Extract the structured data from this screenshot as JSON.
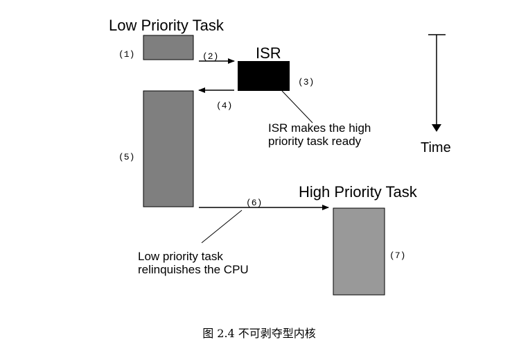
{
  "title_low": "Low Priority Task",
  "title_isr": "ISR",
  "title_high": "High Priority Task",
  "time_label": "Time",
  "steps": {
    "s1": "(1)",
    "s2": "(2)",
    "s3": "(3)",
    "s4": "(4)",
    "s5": "(5)",
    "s6": "(6)",
    "s7": "(7)"
  },
  "notes": {
    "isr_line1": "ISR makes the high",
    "isr_line2": "priority task ready",
    "low_line1": "Low priority task",
    "low_line2": "relinquishes the CPU"
  },
  "caption": "图 2.4 不可剥夺型内核",
  "colors": {
    "low_task": "#7f7f7f",
    "isr": "#000000",
    "high_task": "#999999"
  }
}
